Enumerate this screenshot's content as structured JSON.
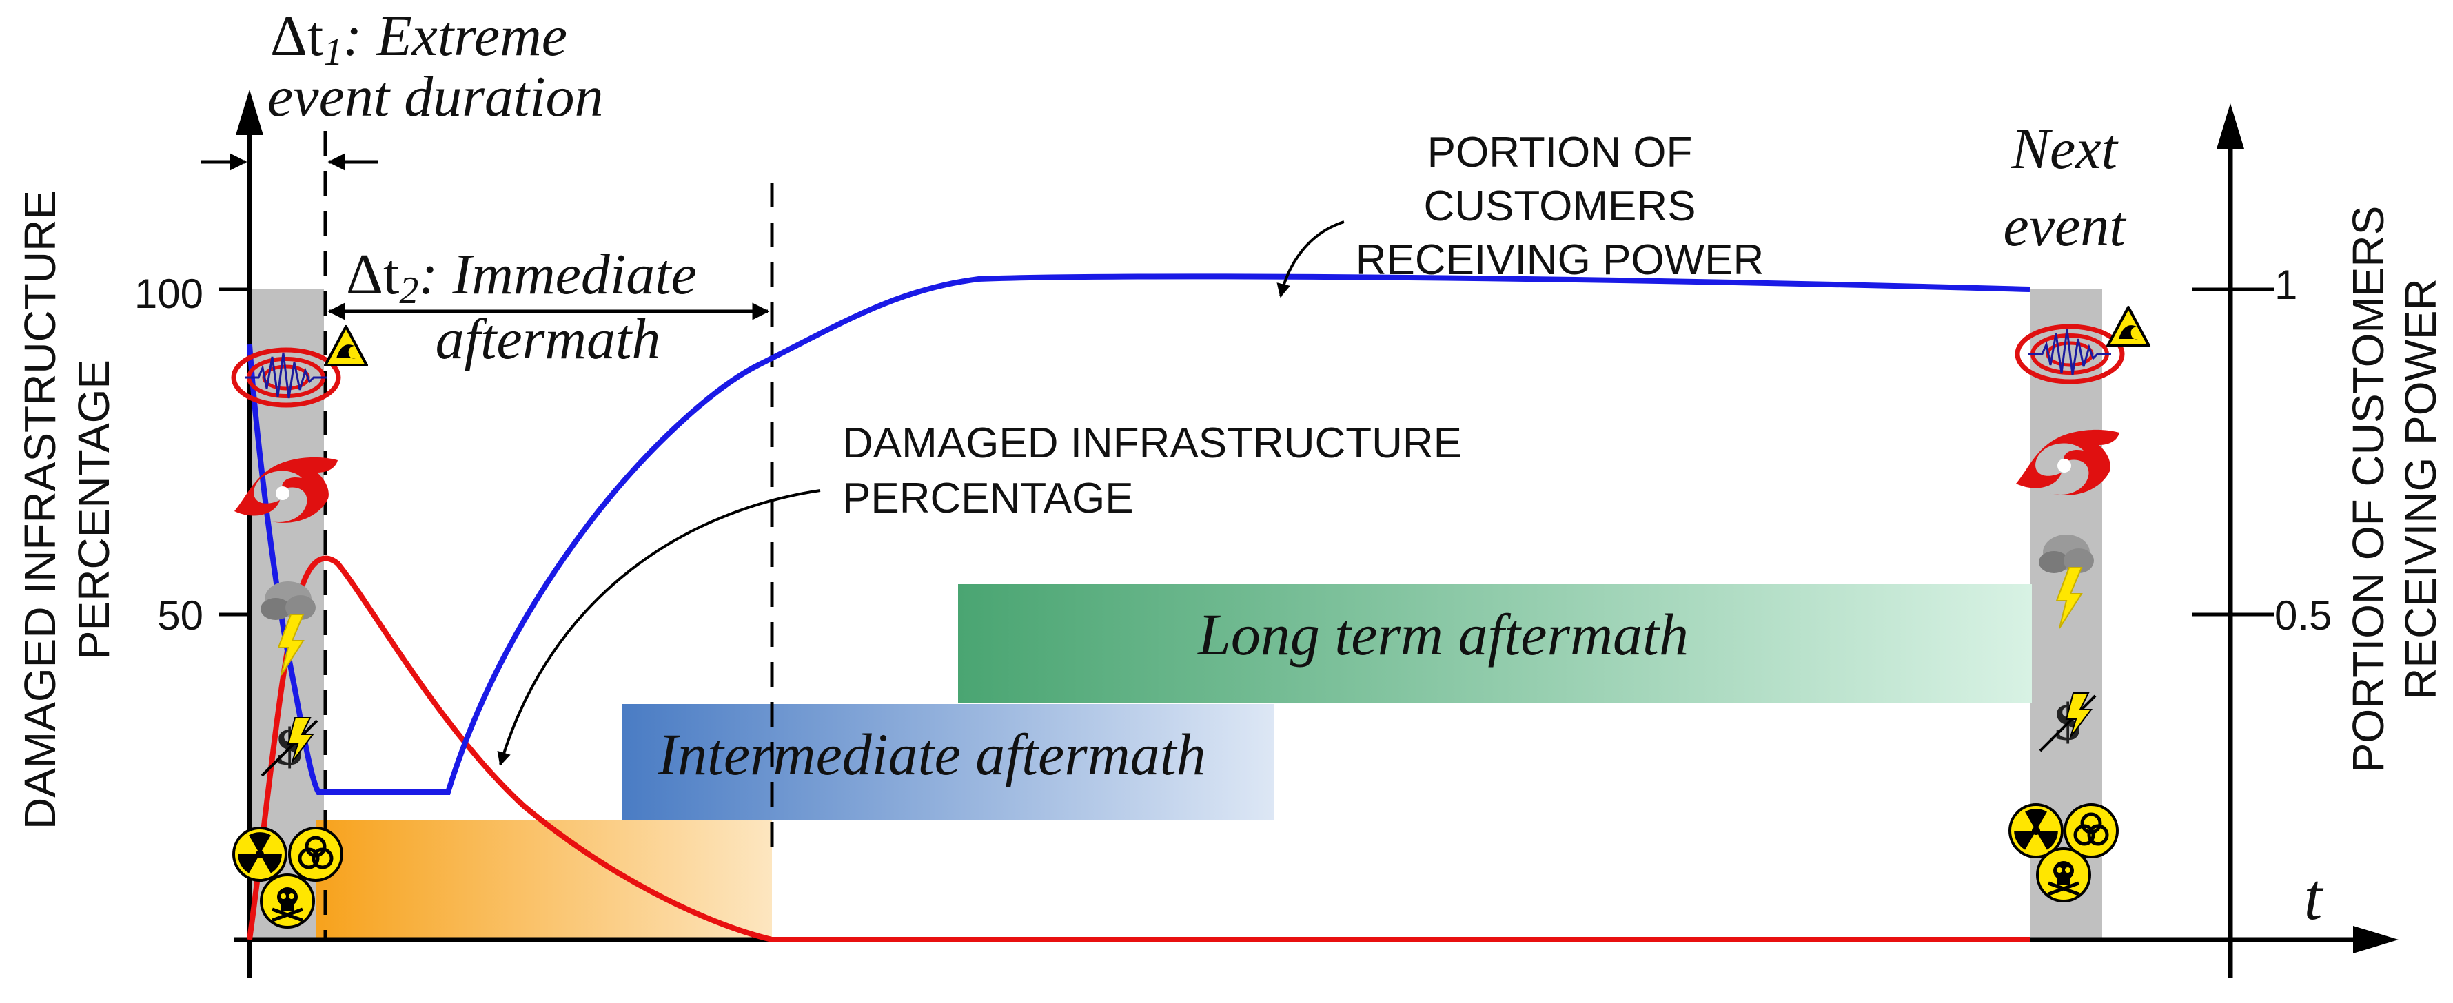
{
  "axes": {
    "left_label_line1": "DAMAGED INFRASTRUCTURE",
    "left_label_line2": "PERCENTAGE",
    "right_label_line1": "PORTION OF CUSTOMERS",
    "right_label_line2": "RECEIVING POWER",
    "left_ticks": [
      "100",
      "50"
    ],
    "right_ticks": [
      "1",
      "0.5"
    ],
    "x_label": "t"
  },
  "annotations": {
    "dt1_symbol": "Δt",
    "dt1_sub": "1",
    "dt1_rest": ": Extreme",
    "dt1_line2": "event duration",
    "dt2_symbol": "Δt",
    "dt2_sub": "2",
    "dt2_rest": ": Immediate",
    "dt2_line2": "aftermath",
    "next_event_line1": "Next",
    "next_event_line2": "event",
    "power_curve_line1": "PORTION OF",
    "power_curve_line2": "CUSTOMERS",
    "power_curve_line3": "RECEIVING POWER",
    "damage_curve_line1": "DAMAGED INFRASTRUCTURE",
    "damage_curve_line2": "PERCENTAGE"
  },
  "phases": {
    "intermediate": "Intermediate aftermath",
    "long_term": "Long term aftermath"
  },
  "colors": {
    "damage_curve": "#e81010",
    "power_curve": "#1a1ae6",
    "event_band": "#bdbdbd",
    "immediate_band_start": "#f7a21c",
    "immediate_band_end": "#fde3b8",
    "intermediate_band_start": "#4a7cc4",
    "intermediate_band_end": "#dbe6f5",
    "long_term_band_start": "#4aa572",
    "long_term_band_end": "#d6f1e2"
  },
  "icons": [
    "earthquake-icon",
    "tsunami-warning-icon",
    "hurricane-icon",
    "lightning-storm-icon",
    "cyber-attack-icon",
    "radiation-icon",
    "biohazard-icon",
    "toxic-skull-icon"
  ]
}
